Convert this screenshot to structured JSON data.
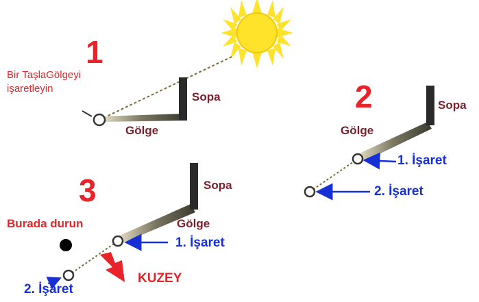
{
  "panel1": {
    "number": "1",
    "instruction_line1": "Bir TaşlaGölgeyi",
    "instruction_line2": "işaretleyin",
    "stick_label": "Sopa",
    "shadow_label": "Gölge"
  },
  "panel2": {
    "number": "2",
    "stick_label": "Sopa",
    "shadow_label": "Gölge",
    "mark1_label": "1. İşaret",
    "mark2_label": "2. İşaret"
  },
  "panel3": {
    "number": "3",
    "stick_label": "Sopa",
    "shadow_label": "Gölge",
    "stand_here_label": "Burada durun",
    "mark1_label": "1. İşaret",
    "mark2_label": "2. İşaret",
    "north_label": "KUZEY"
  },
  "colors": {
    "number_red": "#e8232a",
    "label_maroon": "#7a1f2b",
    "mark_blue": "#1730d6",
    "sun_yellow": "#ffe22a",
    "stick_dark": "#2a2a2a"
  }
}
